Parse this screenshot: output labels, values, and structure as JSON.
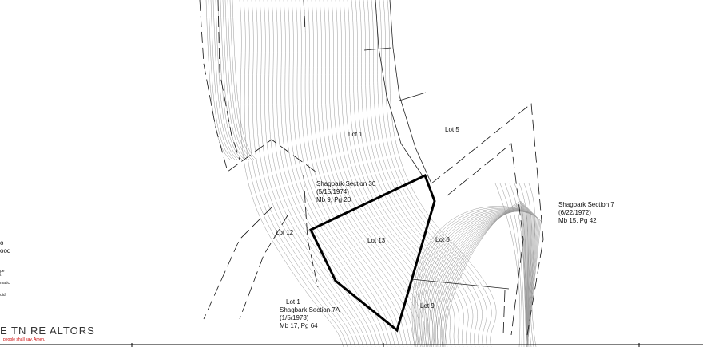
{
  "map": {
    "lots": [
      {
        "label": "Lot 1"
      },
      {
        "label": "Lot 5"
      },
      {
        "label": "Lot 12"
      },
      {
        "label": "Lot 13"
      },
      {
        "label": "Lot 8"
      },
      {
        "label": "Lot 9"
      }
    ],
    "subdivisions": [
      {
        "name": "Shagbark Section 30",
        "date": "(5/15/1974)",
        "ref": "Mb 9, Pg 20"
      },
      {
        "name": "Shagbark Section 7",
        "date": "(6/22/1972)",
        "ref": "Mb 15, Pg 42"
      },
      {
        "lot": "Lot 1",
        "name": "Shagbark Section 7A",
        "date": "(1/5/1973)",
        "ref": "Mb 17, Pg 64"
      }
    ],
    "subject_lot": "Lot 13",
    "boundary_color": "#000000",
    "contour_color": "#9a9a9a"
  },
  "legend_fragments": [
    "o",
    "ood",
    "pe",
    "t",
    "matic",
    "oid"
  ],
  "footer": {
    "brand": "E TN RE ALTORS",
    "motto": "people shall say, Amen.",
    "motto_color": "#cc0000"
  }
}
